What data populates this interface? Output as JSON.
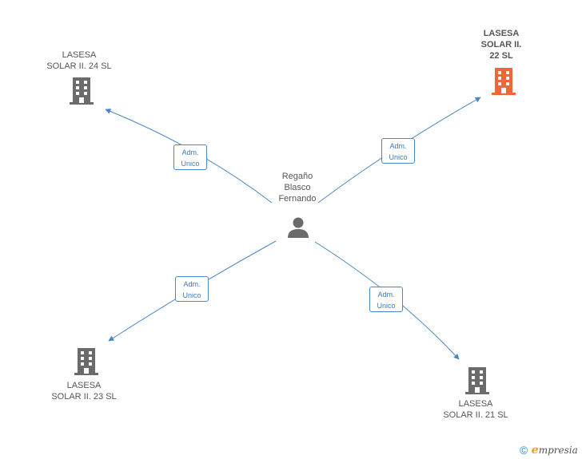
{
  "center": {
    "name_lines": [
      "Regaño",
      "Blasco",
      "Fernando"
    ],
    "icon": "person-icon"
  },
  "companies": [
    {
      "id": "c24",
      "lines": [
        "LASESA",
        "SOLAR II.  24 SL"
      ],
      "icon": "building-icon",
      "color": "#6b6b6b",
      "highlight": false
    },
    {
      "id": "c22",
      "lines": [
        "LASESA",
        "SOLAR II.",
        "22 SL"
      ],
      "icon": "building-icon",
      "color": "#f0653a",
      "highlight": true
    },
    {
      "id": "c23",
      "lines": [
        "LASESA",
        "SOLAR II.  23 SL"
      ],
      "icon": "building-icon",
      "color": "#6b6b6b",
      "highlight": false
    },
    {
      "id": "c21",
      "lines": [
        "LASESA",
        "SOLAR II.  21 SL"
      ],
      "icon": "building-icon",
      "color": "#6b6b6b",
      "highlight": false
    }
  ],
  "edges": [
    {
      "to": "c24",
      "label": [
        "Adm.",
        "Unico"
      ]
    },
    {
      "to": "c22",
      "label": [
        "Adm.",
        "Unico"
      ]
    },
    {
      "to": "c23",
      "label": [
        "Adm.",
        "Unico"
      ]
    },
    {
      "to": "c21",
      "label": [
        "Adm.",
        "Unico"
      ]
    }
  ],
  "colors": {
    "edge": "#4a86c8",
    "text": "#555555"
  },
  "footer": {
    "copyright": "©",
    "brand_initial": "e",
    "brand_rest": "mpresia"
  }
}
